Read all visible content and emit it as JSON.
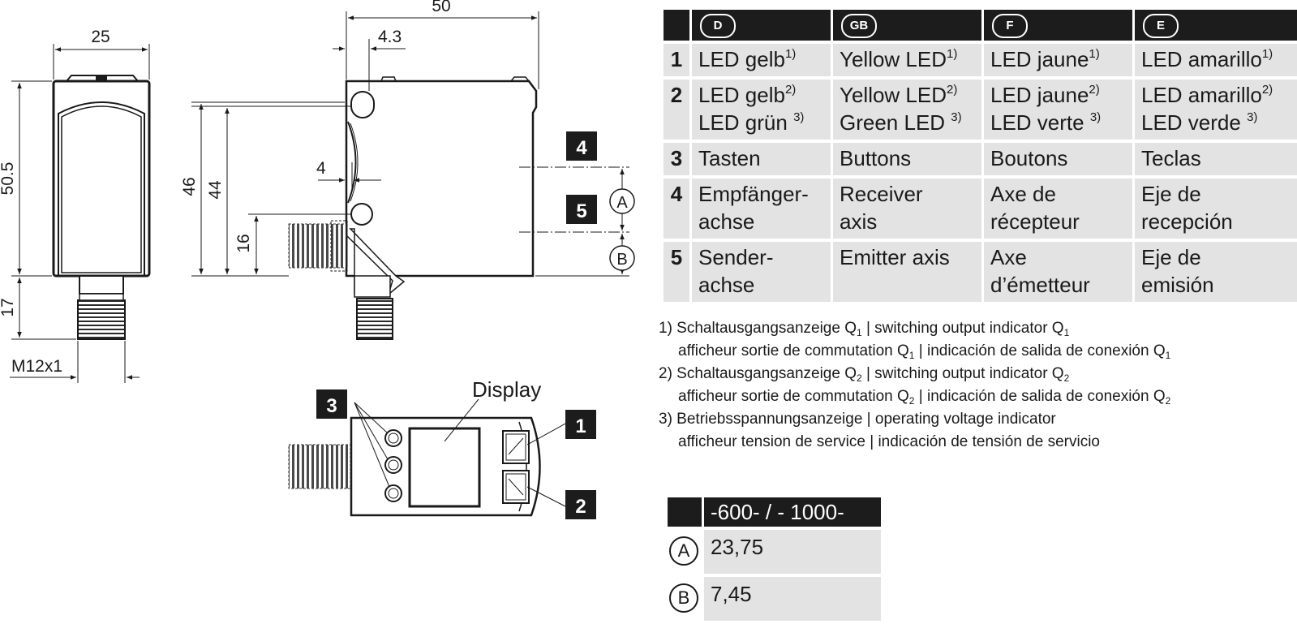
{
  "drawing": {
    "dimensions": {
      "front_width": "25",
      "front_height": "50.5",
      "connector_length": "17",
      "thread": "M12x1",
      "side_width": "50",
      "offset_top": "4.3",
      "height_outer": "46",
      "height_inner": "44",
      "lens_depth": "4",
      "connector_height": "16"
    },
    "callouts": {
      "c1": "1",
      "c2": "2",
      "c3": "3",
      "c4": "4",
      "c5": "5"
    },
    "axis_markers": {
      "a": "A",
      "b": "B"
    },
    "display_label": "Display"
  },
  "legend": {
    "languages": [
      "D",
      "GB",
      "F",
      "E"
    ],
    "rows": [
      {
        "num": "1",
        "cells": [
          [
            {
              "text": "LED gelb",
              "sup": "1)"
            }
          ],
          [
            {
              "text": "Yellow LED",
              "sup": "1)"
            }
          ],
          [
            {
              "text": "LED jaune",
              "sup": "1)"
            }
          ],
          [
            {
              "text": "LED amarillo",
              "sup": "1)"
            }
          ]
        ]
      },
      {
        "num": "2",
        "cells": [
          [
            {
              "text": "LED gelb",
              "sup": "2)"
            },
            {
              "text": "LED grün ",
              "sup": "3)"
            }
          ],
          [
            {
              "text": "Yellow LED",
              "sup": "2)"
            },
            {
              "text": "Green LED ",
              "sup": "3)"
            }
          ],
          [
            {
              "text": "LED jaune",
              "sup": "2)"
            },
            {
              "text": "LED verte ",
              "sup": "3)"
            }
          ],
          [
            {
              "text": "LED amarillo",
              "sup": "2)"
            },
            {
              "text": "LED verde ",
              "sup": "3)"
            }
          ]
        ]
      },
      {
        "num": "3",
        "cells": [
          [
            {
              "text": "Tasten"
            }
          ],
          [
            {
              "text": "Buttons"
            }
          ],
          [
            {
              "text": "Boutons"
            }
          ],
          [
            {
              "text": "Teclas"
            }
          ]
        ]
      },
      {
        "num": "4",
        "cells": [
          [
            {
              "text": "Empfänger-"
            },
            {
              "text": "achse"
            }
          ],
          [
            {
              "text": "Receiver"
            },
            {
              "text": "axis"
            }
          ],
          [
            {
              "text": "Axe de"
            },
            {
              "text": "récepteur"
            }
          ],
          [
            {
              "text": "Eje de"
            },
            {
              "text": "recepción"
            }
          ]
        ]
      },
      {
        "num": "5",
        "cells": [
          [
            {
              "text": "Sender-"
            },
            {
              "text": "achse"
            }
          ],
          [
            {
              "text": "Emitter axis"
            }
          ],
          [
            {
              "text": "Axe"
            },
            {
              "text": "d’émetteur"
            }
          ],
          [
            {
              "text": "Eje de"
            },
            {
              "text": "emisión"
            }
          ]
        ]
      }
    ]
  },
  "footnotes": [
    {
      "lines": [
        [
          {
            "t": "1) Schaltausgangsanzeige Q"
          },
          {
            "sub": "1"
          },
          {
            "t": " | switching output indicator Q"
          },
          {
            "sub": "1"
          }
        ],
        [
          {
            "t": "afficheur sortie de commutation Q"
          },
          {
            "sub": "1"
          },
          {
            "t": " | indicación de salida de conexión Q"
          },
          {
            "sub": "1"
          }
        ]
      ]
    },
    {
      "lines": [
        [
          {
            "t": "2) Schaltausgangsanzeige Q"
          },
          {
            "sub": "2"
          },
          {
            "t": " | switching output indicator Q"
          },
          {
            "sub": "2"
          }
        ],
        [
          {
            "t": "afficheur sortie de commutation Q"
          },
          {
            "sub": "2"
          },
          {
            "t": " | indicación de salida de conexión Q"
          },
          {
            "sub": "2"
          }
        ]
      ]
    },
    {
      "lines": [
        [
          {
            "t": "3) Betriebsspannungsanzeige | operating voltage indicator"
          }
        ],
        [
          {
            "t": "afficheur tension de service | indicación de tensión de servicio"
          }
        ]
      ]
    }
  ],
  "dimension_table": {
    "header": "-600- / - 1000-",
    "rows": [
      {
        "marker": "A",
        "value": "23,75"
      },
      {
        "marker": "B",
        "value": "7,45"
      }
    ]
  }
}
